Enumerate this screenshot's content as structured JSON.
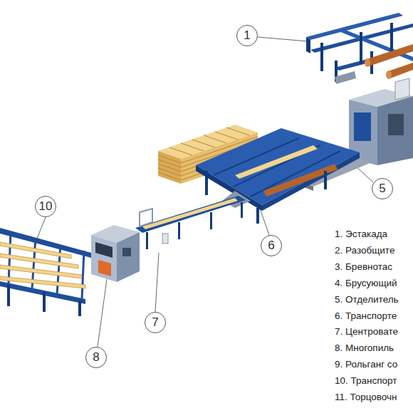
{
  "diagram": {
    "labels": [
      "1",
      "10",
      "5",
      "6",
      "7",
      "8",
      "1. Эстакада",
      "2. Разобщите",
      "3. Бревнотас",
      "4. Брусующий",
      "5. Отделитель",
      "6. Транспорте",
      "7. Центровате",
      "8. Многопиль",
      "9. Рольганг со",
      "10. Транспорт",
      "11. Торцовочн"
    ]
  }
}
